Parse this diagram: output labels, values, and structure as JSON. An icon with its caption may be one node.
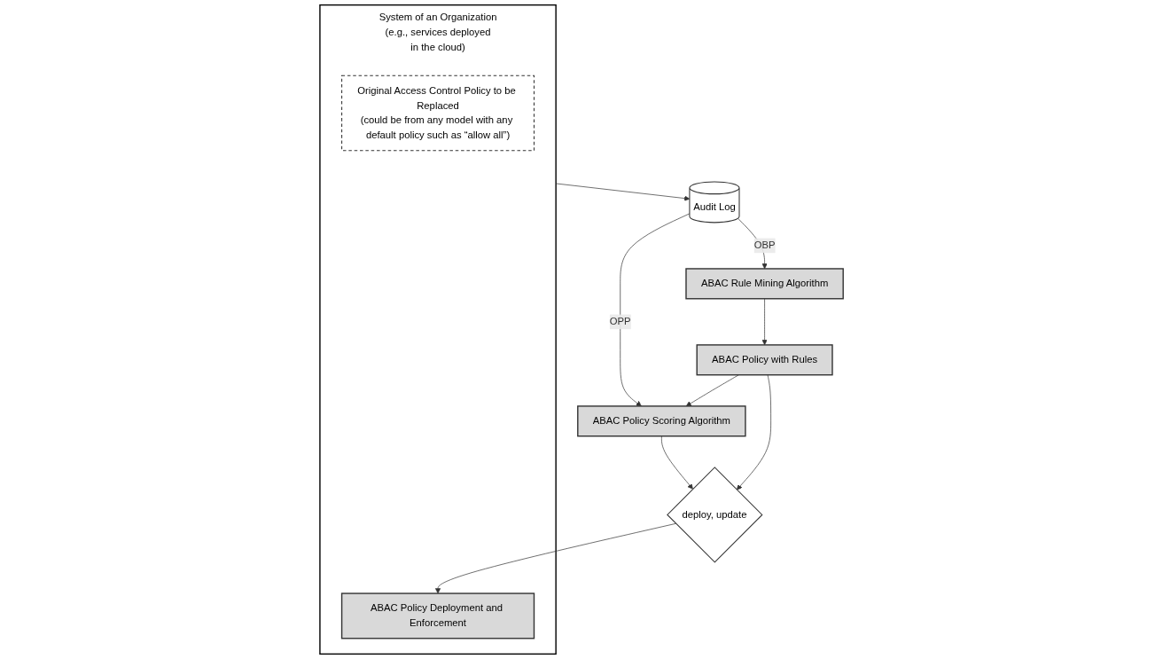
{
  "diagram": {
    "nodes": [
      {
        "text": [
          "System of an Organization (e.g., services deployed in the cloud)"
        ]
      },
      {
        "text": [
          "Original Access Control Policy to be Replaced",
          "(could be from any model with any default policy such as “allow all”)"
        ],
        "in": 0
      },
      {
        "text": [
          "ABAC Policy Deployment and Enforcement"
        ],
        "in": 0
      },
      {
        "text": [
          "Audit Log"
        ]
      },
      {
        "text": [
          "ABAC Policy Scoring Algorithm"
        ]
      },
      {
        "text": [
          "deploy, update"
        ]
      },
      {
        "text": [
          "ABAC Rule Mining Algorithm"
        ]
      },
      {
        "text": [
          "ABAC Policy with Rules"
        ]
      }
    ],
    "edges": [
      {
        "from": 0,
        "to": 3,
        "arrow": "to"
      },
      {
        "from": 3,
        "to": 6,
        "label": "OBP",
        "arrow": "to"
      },
      {
        "from": 3,
        "to": 4,
        "label": "OPP",
        "arrow": "to"
      },
      {
        "from": 4,
        "to": 5,
        "arrow": "to"
      },
      {
        "from": 5,
        "to": 2,
        "arrow": "to"
      },
      {
        "from": 7,
        "to": 5,
        "arrow": "to"
      },
      {
        "from": 7,
        "to": 4,
        "arrow": "to"
      },
      {
        "from": 6,
        "to": 7,
        "arrow": "to"
      }
    ]
  }
}
